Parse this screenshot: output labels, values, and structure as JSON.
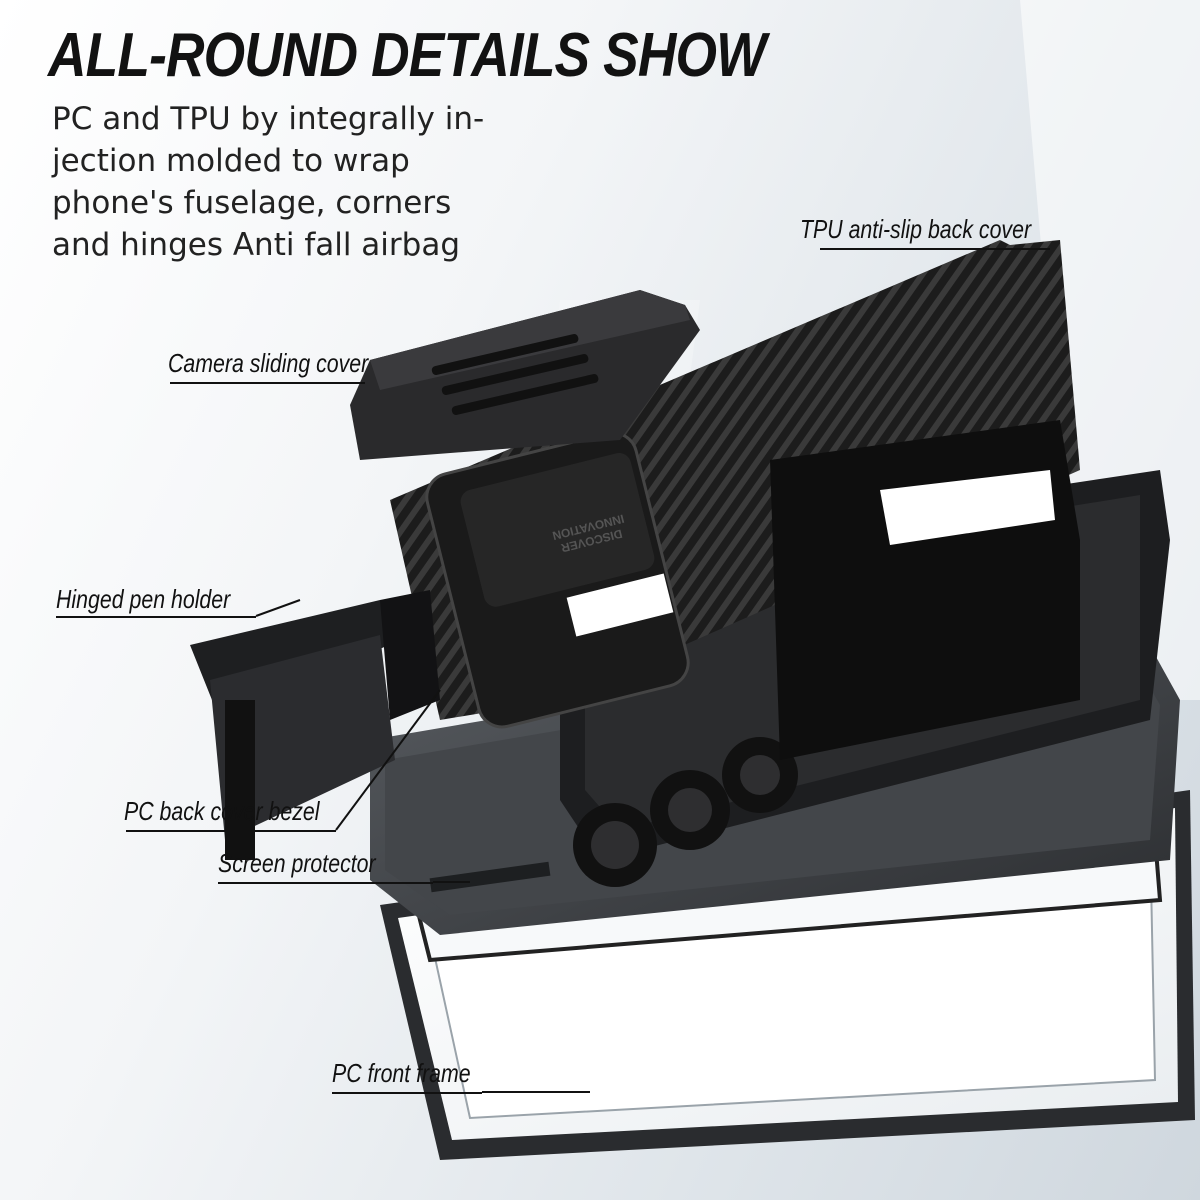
{
  "headline": "ALL-ROUND DETAILS SHOW",
  "description_lines": [
    "PC and TPU by integrally in-",
    "jection molded to wrap",
    "phone's fuselage, corners",
    "and hinges Anti fall airbag"
  ],
  "callouts": {
    "tpu_back_cover": "TPU anti-slip back cover",
    "camera_sliding_cover": "Camera sliding cover",
    "hinged_pen_holder": "Hinged pen holder",
    "pc_back_cover_bezel": "PC back cover bezel",
    "screen_protector": "Screen protector",
    "pc_front_frame": "PC front frame"
  },
  "camera_slider_imprint": "DISCOVER\nINNOVATION",
  "colors": {
    "case_black": "#1b1b1b",
    "frame_gray": "#3a3d41",
    "background": "#e8ecef"
  }
}
